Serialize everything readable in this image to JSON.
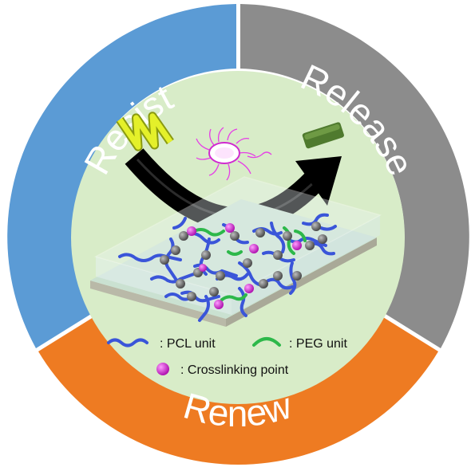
{
  "ring": {
    "resist": {
      "label": "Resist",
      "color": "#5B9BD5"
    },
    "release": {
      "label": "Release",
      "color": "#8C8C8C"
    },
    "renew": {
      "label": "Renew",
      "color": "#EE7B22"
    }
  },
  "center_color": "#D8ECC8",
  "legend": {
    "pcl": {
      "symbol": "blue-wavy-line",
      "label": ":  PCL unit"
    },
    "peg": {
      "symbol": "green-curved-line",
      "label": ":  PEG unit"
    },
    "crosslink": {
      "symbol": "magenta-dot",
      "label": ":  Crosslinking point"
    }
  },
  "icons": [
    "yellow-spring-molecule",
    "bacterium-icon",
    "green-rod-particle",
    "curved-arrow",
    "coating-slab"
  ],
  "colors": {
    "pcl": "#3A5BD9",
    "peg": "#2DB84A",
    "crosslink": "#D62AD6",
    "node": "#6E6E6E",
    "arrow": "#000000"
  }
}
